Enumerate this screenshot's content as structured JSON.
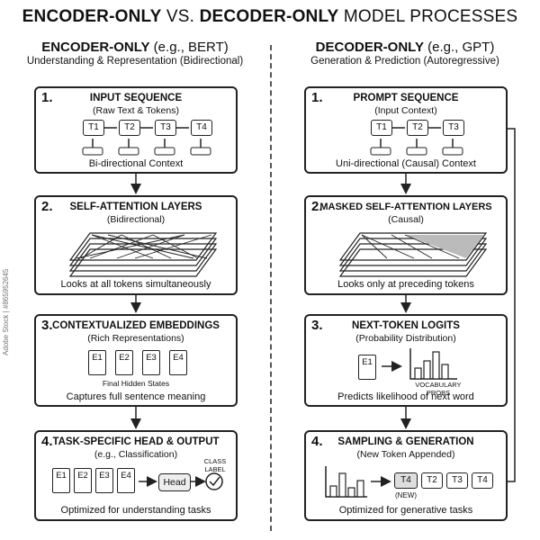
{
  "title": {
    "bold1": "ENCODER-ONLY",
    "mid": " VS. ",
    "bold2": "DECODER-ONLY",
    "rest": " MODEL PROCESSES"
  },
  "encoder": {
    "heading": {
      "bold": "ENCODER-ONLY",
      "rest": " (e.g., BERT)"
    },
    "subheading": "Understanding & Representation (Bidirectional)",
    "steps": [
      {
        "num": "1.",
        "title": "INPUT SEQUENCE",
        "sub": "(Raw Text & Tokens)",
        "caption": "Bi-directional Context",
        "tokens": [
          "T1",
          "T2",
          "T3",
          "T4"
        ]
      },
      {
        "num": "2.",
        "title": "SELF-ATTENTION LAYERS",
        "sub": "(Bidirectional)",
        "caption": "Looks at all tokens simultaneously"
      },
      {
        "num": "3.",
        "title": "CONTEXTUALIZED EMBEDDINGS",
        "sub": "(Rich Representations)",
        "caption": "Captures full sentence meaning",
        "note": "Final Hidden States",
        "embeddings": [
          "E1",
          "E2",
          "E3",
          "E4"
        ]
      },
      {
        "num": "4.",
        "title": "TASK-SPECIFIC HEAD & OUTPUT",
        "sub": "(e.g., Classification)",
        "caption": "Optimized for understanding tasks",
        "embeddings": [
          "E1",
          "E2",
          "E3",
          "E4"
        ],
        "head": "Head",
        "class_label": "CLASS LABEL"
      }
    ]
  },
  "decoder": {
    "heading": {
      "bold": "DECODER-ONLY",
      "rest": " (e.g., GPT)"
    },
    "subheading": "Generation & Prediction (Autoregressive)",
    "steps": [
      {
        "num": "1.",
        "title": "PROMPT SEQUENCE",
        "sub": "(Input Context)",
        "caption": "Uni-directional (Causal) Context",
        "tokens": [
          "T1",
          "T2",
          "T3"
        ]
      },
      {
        "num": "2.",
        "title": "MASKED SELF-ATTENTION LAYERS",
        "sub": "(Causal)",
        "caption": "Looks only at preceding tokens"
      },
      {
        "num": "3.",
        "title": "NEXT-TOKEN LOGITS",
        "sub": "(Probability Distribution)",
        "caption": "Predicts likelihood of next word",
        "embedding": "E1",
        "vocab": "VOCABULARY PROBS"
      },
      {
        "num": "4.",
        "title": "SAMPLING & GENERATION",
        "sub": "(New Token Appended)",
        "caption": "Optimized for generative tasks",
        "tokens": [
          "T4",
          "T2",
          "T3",
          "T4"
        ],
        "new_label": "(NEW)"
      }
    ]
  },
  "watermark": "Adobe Stock | #865952645"
}
